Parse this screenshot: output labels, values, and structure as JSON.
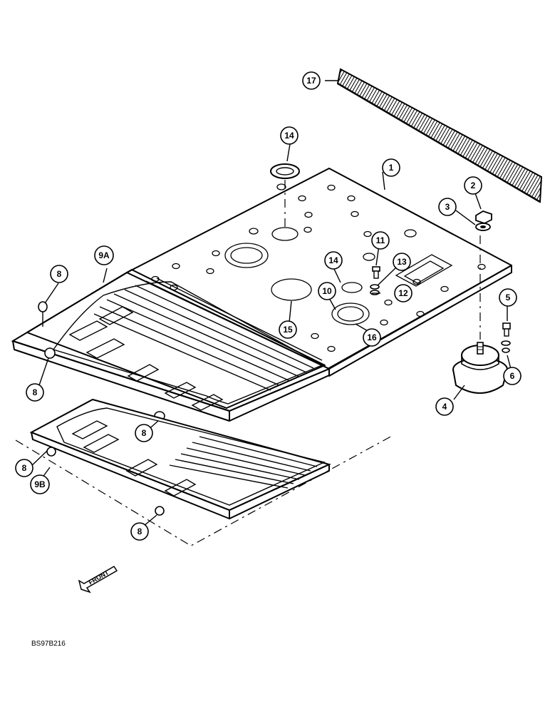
{
  "diagram": {
    "drawing_code": "BS97B216",
    "front_label": "FRONT",
    "callouts": [
      {
        "id": "c1",
        "label": "1"
      },
      {
        "id": "c2",
        "label": "2"
      },
      {
        "id": "c3",
        "label": "3"
      },
      {
        "id": "c4",
        "label": "4"
      },
      {
        "id": "c5",
        "label": "5"
      },
      {
        "id": "c6",
        "label": "6"
      },
      {
        "id": "c8a",
        "label": "8"
      },
      {
        "id": "c8b",
        "label": "8"
      },
      {
        "id": "c8c",
        "label": "8"
      },
      {
        "id": "c8d",
        "label": "8"
      },
      {
        "id": "c8e",
        "label": "8"
      },
      {
        "id": "c9a",
        "label": "9A"
      },
      {
        "id": "c9b",
        "label": "9B"
      },
      {
        "id": "c10",
        "label": "10"
      },
      {
        "id": "c11",
        "label": "11"
      },
      {
        "id": "c12",
        "label": "12"
      },
      {
        "id": "c13",
        "label": "13"
      },
      {
        "id": "c14a",
        "label": "14"
      },
      {
        "id": "c14b",
        "label": "14"
      },
      {
        "id": "c15",
        "label": "15"
      },
      {
        "id": "c16",
        "label": "16"
      },
      {
        "id": "c17",
        "label": "17"
      }
    ]
  }
}
